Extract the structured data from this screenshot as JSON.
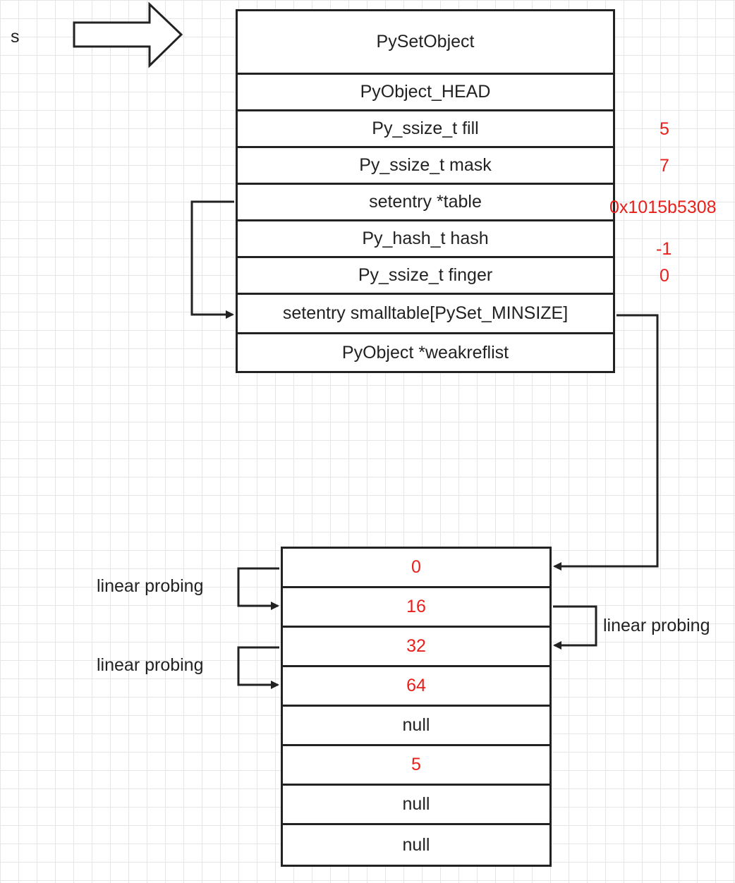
{
  "variable_label": "s",
  "struct": {
    "title": "PySetObject",
    "fields": [
      "PyObject_HEAD",
      "Py_ssize_t fill",
      "Py_ssize_t mask",
      "setentry *table",
      "Py_hash_t hash",
      "Py_ssize_t finger",
      "setentry smalltable[PySet_MINSIZE]",
      "PyObject *weakreflist"
    ]
  },
  "values": {
    "fill": "5",
    "mask": "7",
    "table": "0x1015b5308",
    "hash": "-1",
    "finger": "0"
  },
  "table_slots": [
    {
      "text": "0",
      "color": "#e8201c"
    },
    {
      "text": "16",
      "color": "#e8201c"
    },
    {
      "text": "32",
      "color": "#e8201c"
    },
    {
      "text": "64",
      "color": "#e8201c"
    },
    {
      "text": "null",
      "color": "#222222"
    },
    {
      "text": "5",
      "color": "#e8201c"
    },
    {
      "text": "null",
      "color": "#222222"
    },
    {
      "text": "null",
      "color": "#222222"
    }
  ],
  "probing_labels": [
    "linear probing",
    "linear probing",
    "linear probing"
  ],
  "colors": {
    "value_red": "#e8201c",
    "line": "#222222",
    "grid": "#e6e6e6"
  }
}
